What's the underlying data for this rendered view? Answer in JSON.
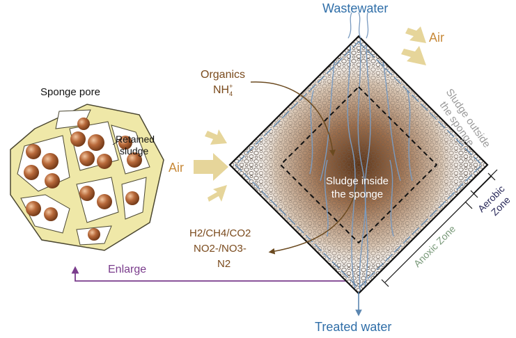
{
  "labels": {
    "wastewater": "Wastewater",
    "air_top": "Air",
    "air_left": "Air",
    "organics": "Organics",
    "nh4": "NH",
    "nh4_sub": "4",
    "nh4_sup": "+",
    "sponge_pore": "Sponge pore",
    "retained_1": "Retained",
    "retained_2": "sludge",
    "sludge_outside_1": "Sludge outside",
    "sludge_outside_2": "the sponge",
    "sludge_inside_1": "Sludge inside",
    "sludge_inside_2": "the sponge",
    "gas_line": "H2/CH4/CO2",
    "no_line": "NO2-/NO3-",
    "n2_line": "N2",
    "enlarge": "Enlarge",
    "aerobic_1": "Aerobic",
    "aerobic_2": "Zone",
    "anoxic": "Anoxic Zone",
    "treated_water": "Treated water"
  },
  "colors": {
    "blue": "#2f6ea8",
    "brown": "#7a4a1c",
    "air_orange": "#c88a3a",
    "air_arrow": "#e6d59a",
    "purple": "#7a3c8c",
    "gray": "#9a9a9a",
    "green_gray": "#7a9a7a",
    "navy": "#2a2a5a",
    "sponge_yellow": "#efe8a8",
    "sludge_ball": "#b5673a"
  },
  "icons": [
    "air-arrow-icon",
    "sludge-ball-icon",
    "flow-arrow-icon"
  ]
}
